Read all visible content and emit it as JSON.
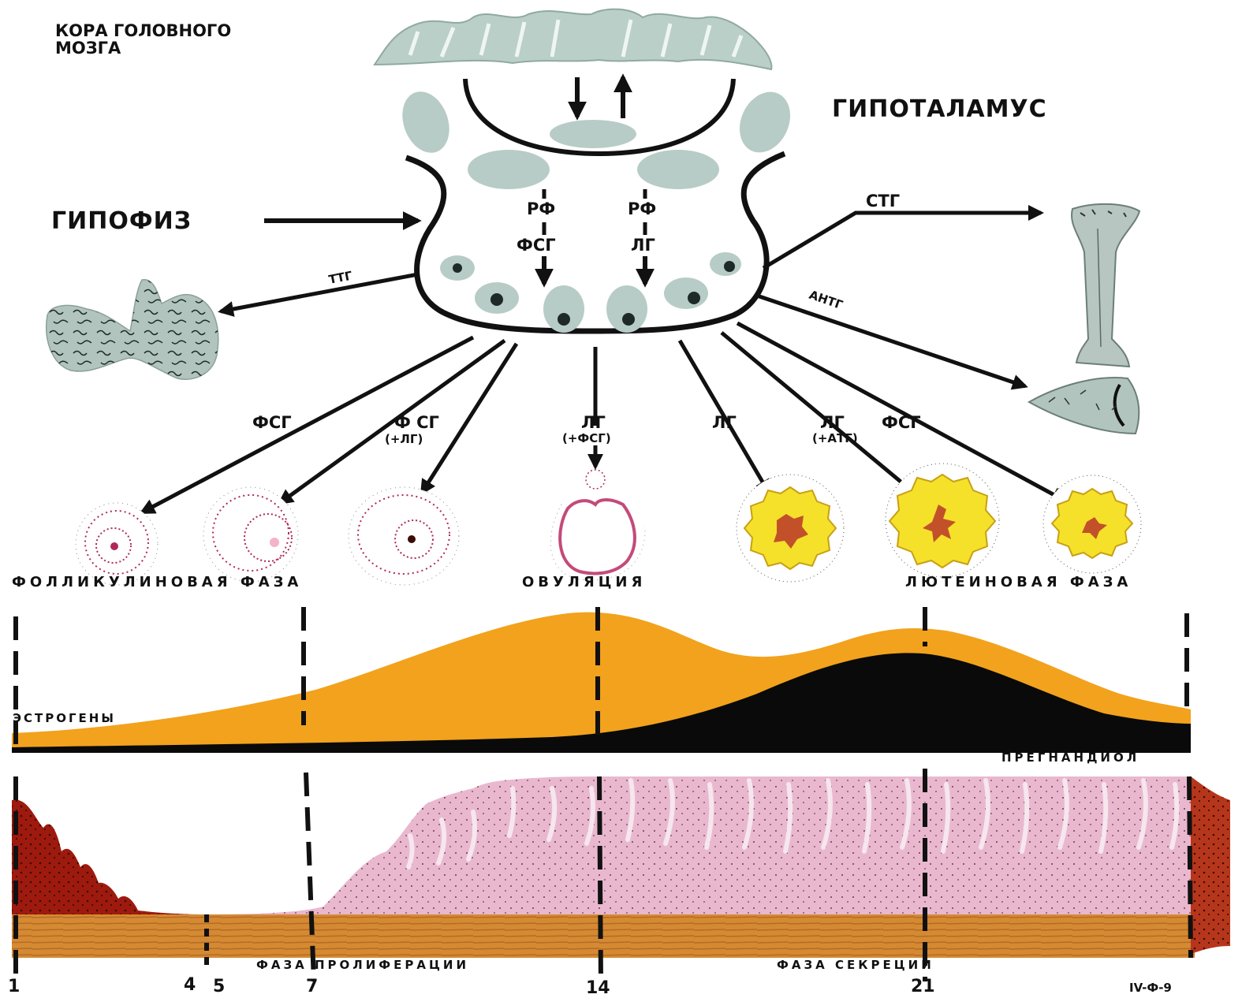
{
  "labels": {
    "cortex_line1": "КОРА ГОЛОВНОГО",
    "cortex_line2": "МОЗГА",
    "hypothalamus": "ГИПОТАЛАМУС",
    "pituitary": "ГИПОФИЗ",
    "rf_left": "РФ",
    "rf_right": "РФ",
    "fsh_inner": "ФСГ",
    "lh_inner": "ЛГ",
    "stg": "СТГ",
    "ttg": "ТТГ",
    "antg": "АНТГ"
  },
  "hormone_arrows": {
    "a1": "ФСГ",
    "a2": "Ф СГ",
    "a2_sub": "(+ЛГ)",
    "a3": "ЛГ",
    "a3_sub": "(+ФСГ)",
    "a4": "ЛГ",
    "a5": "ЛГ",
    "a5_sub": "(+АТГ)",
    "a6": "ФСГ"
  },
  "phases": {
    "follicular": "ФОЛЛИКУЛИНОВАЯ ФАЗА",
    "ovulation": "ОВУЛЯЦИЯ",
    "luteal": "ЛЮТЕИНОВАЯ ФАЗА"
  },
  "hormone_curves": {
    "estrogens": "ЭСТРОГЕНЫ",
    "pregnanediol": "ПРЕГНАНДИОЛ"
  },
  "endometrium": {
    "proliferation": "ФАЗА ПРОЛИФЕРАЦИИ",
    "secretion": "ФАЗА СЕКРЕЦИИ"
  },
  "days": {
    "d1": "1",
    "d4": "4",
    "d5": "5",
    "d7": "7",
    "d14": "14",
    "d21": "21"
  },
  "plate_code": "IV-Ф-9",
  "colors": {
    "estrogen": "#f2a21c",
    "pregnanediol": "#0a0a0a",
    "endometrium": "#e9b8cf",
    "menstrual": "#9e1a0e",
    "basal_layer": "#d9903a",
    "brain_tissue": "#b7ccc6",
    "corpus_luteum": "#f5e12a"
  }
}
